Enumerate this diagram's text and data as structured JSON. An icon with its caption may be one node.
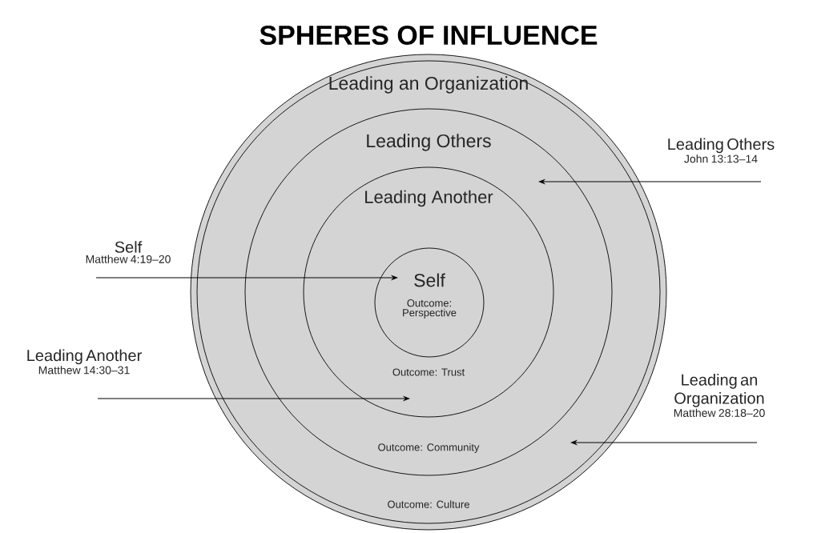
{
  "diagram": {
    "title": "SPHERES OF INFLUENCE",
    "nodes": [
      {
        "text": [
          "Leading an Organization",
          "Outcome: Culture"
        ]
      },
      {
        "text": [
          "Leading Others",
          "Outcome: Community"
        ],
        "in": 0
      },
      {
        "text": [
          "Leading Another",
          "Outcome: Trust"
        ],
        "in": 1
      },
      {
        "text": [
          "Self",
          "Outcome: Perspective"
        ],
        "in": 2
      },
      {
        "text": [
          "Self",
          "Matthew 4:19–20"
        ]
      },
      {
        "text": [
          "Leading Another",
          "Matthew 14:30–31"
        ]
      },
      {
        "text": [
          "Leading Others",
          "John 13:13–14"
        ]
      },
      {
        "text": [
          "Leading an Organization",
          "Matthew 28:18–20"
        ]
      }
    ],
    "edges": [
      {
        "from": 4,
        "to": 3,
        "arrow": "to"
      },
      {
        "from": 5,
        "to": 2,
        "arrow": "to"
      },
      {
        "from": 6,
        "to": 1,
        "arrow": "to"
      },
      {
        "from": 7,
        "to": 0,
        "arrow": "to"
      }
    ]
  }
}
